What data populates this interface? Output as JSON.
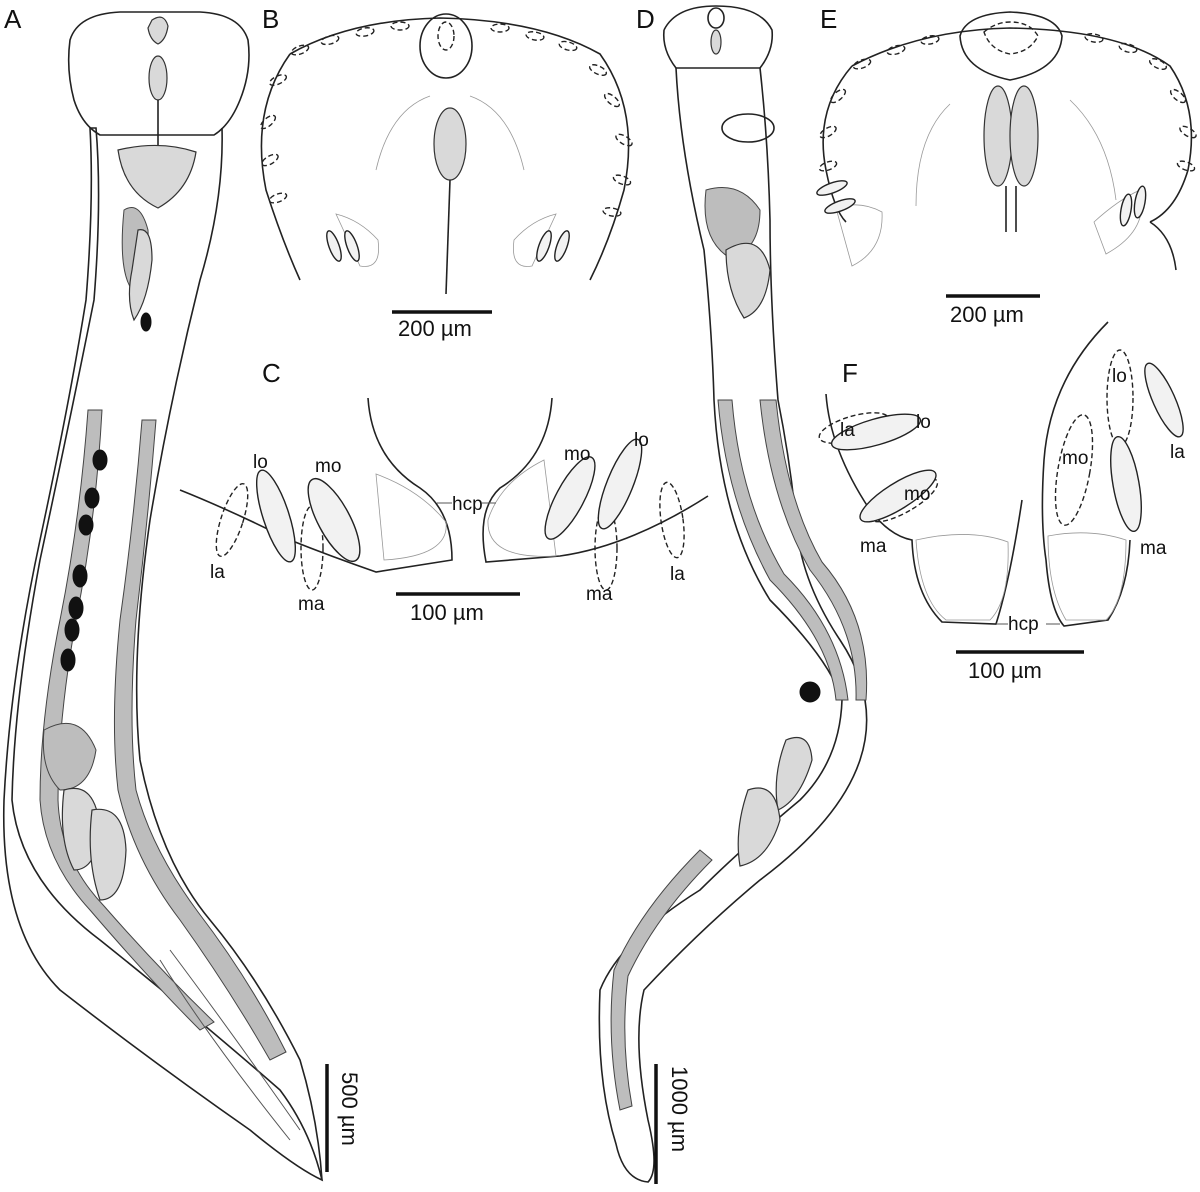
{
  "panels": {
    "A": {
      "letter": "A",
      "scale_label": "500 µm"
    },
    "B": {
      "letter": "B",
      "scale_label": "200 µm"
    },
    "C": {
      "letter": "C",
      "scale_label": "100 µm",
      "labels": {
        "lo_left": "lo",
        "mo_left": "mo",
        "la_left": "la",
        "ma_left": "ma",
        "hcp": "hcp",
        "mo_right": "mo",
        "lo_right": "lo",
        "ma_right": "ma",
        "la_right": "la"
      }
    },
    "D": {
      "letter": "D",
      "scale_label": "1000 µm"
    },
    "E": {
      "letter": "E",
      "scale_label": "200 µm"
    },
    "F": {
      "letter": "F",
      "scale_label": "100 µm",
      "labels": {
        "la_left": "la",
        "lo_left": "lo",
        "mo_left": "mo",
        "ma_left": "ma",
        "hcp": "hcp",
        "lo_right": "lo",
        "mo_right": "mo",
        "la_right": "la",
        "ma_right": "ma"
      }
    }
  }
}
